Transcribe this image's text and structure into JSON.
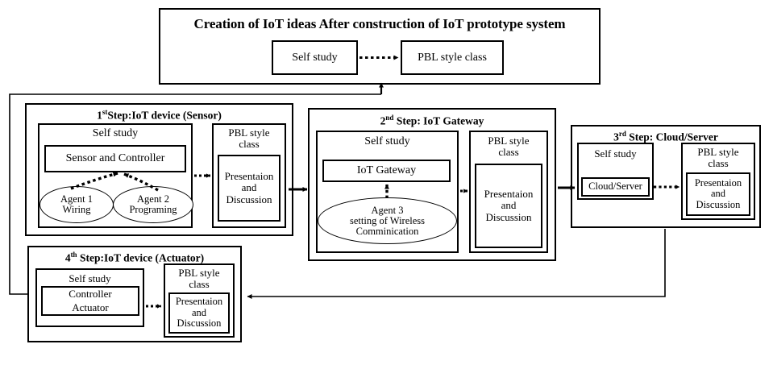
{
  "banner": {
    "title": "Creation of IoT ideas After construction of IoT prototype system",
    "self_study": "Self study",
    "pbl_class": "PBL style class"
  },
  "common": {
    "self_study": "Self study",
    "pbl_style": "PBL style",
    "pbl_class_word": "class",
    "presentation_l1": "Presentaion",
    "presentation_l2": "and",
    "presentation_l3": "Discussion"
  },
  "steps": [
    {
      "id": "step1",
      "ordinal": "1",
      "ordinal_suffix": "st",
      "title_rest": "Step:IoT device (Sensor)",
      "self_study_label": "Self study",
      "topic": "Sensor and Controller",
      "agents": [
        {
          "line1": "Agent  1",
          "line2": "Wiring"
        },
        {
          "line1": "Agent  2",
          "line2": "Programing"
        }
      ],
      "pbl_title_l1": "PBL style",
      "pbl_title_l2": "class",
      "pbl_body_l1": "Presentaion",
      "pbl_body_l2": "and",
      "pbl_body_l3": "Discussion"
    },
    {
      "id": "step2",
      "ordinal": "2",
      "ordinal_suffix": "nd",
      "title_rest": " Step: IoT Gateway",
      "self_study_label": "Self study",
      "topic": "IoT Gateway",
      "agents": [
        {
          "line1": "Agent  3",
          "line2": "setting  of Wireless",
          "line3": "Comminication"
        }
      ],
      "pbl_title_l1": "PBL style",
      "pbl_title_l2": "class",
      "pbl_body_l1": "Presentaion",
      "pbl_body_l2": "and",
      "pbl_body_l3": "Discussion"
    },
    {
      "id": "step3",
      "ordinal": "3",
      "ordinal_suffix": "rd",
      "title_rest": " Step: Cloud/Server",
      "self_study_label": "Self study",
      "topic": "Cloud/Server",
      "agents": [],
      "pbl_title_l1": "PBL style",
      "pbl_title_l2": "class",
      "pbl_body_l1": "Presentaion",
      "pbl_body_l2": "and",
      "pbl_body_l3": "Discussion"
    },
    {
      "id": "step4",
      "ordinal": "4",
      "ordinal_suffix": "th",
      "title_rest": " Step:IoT device (Actuator)",
      "self_study_label": "Self study",
      "topic_l1": "Controller",
      "topic_l2": "Actuator",
      "agents": [],
      "pbl_title_l1": "PBL style",
      "pbl_title_l2": "class",
      "pbl_body_l1": "Presentaion",
      "pbl_body_l2": "and",
      "pbl_body_l3": "Discussion"
    }
  ],
  "colors": {
    "ink": "#000000",
    "hatch": "#9a9a9a",
    "dot": "#3a3a3a",
    "paper": "#ffffff"
  },
  "connectors": {
    "dotted_self_to_pbl": "dotted-arrow",
    "solid_step_to_step": "solid-arrow",
    "feedback_to_banner": "up-arrow",
    "feedback_step3_to_step4": "return-arrow"
  }
}
